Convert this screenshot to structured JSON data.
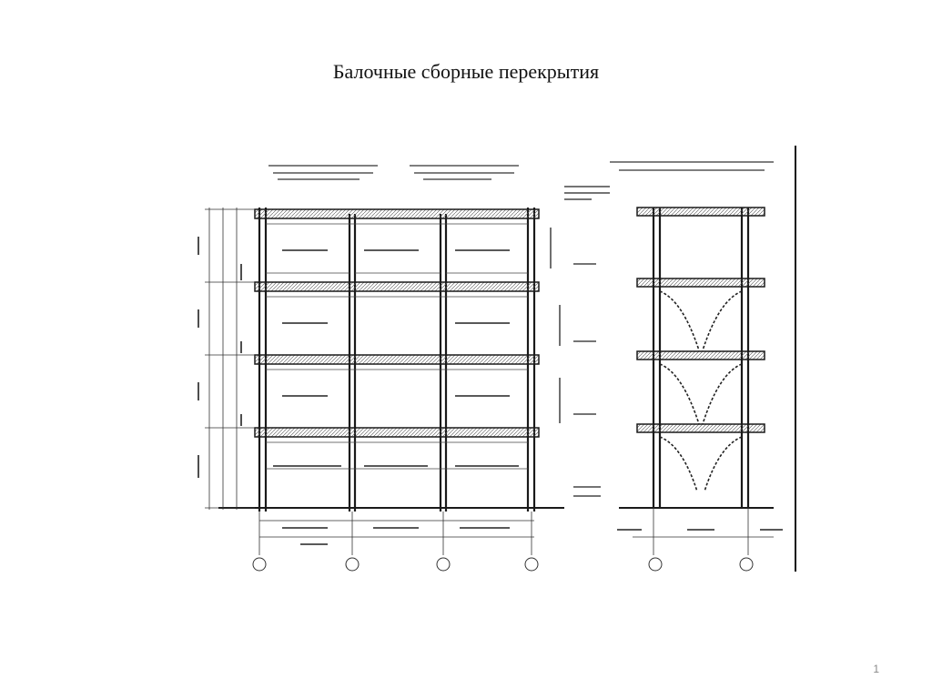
{
  "slide": {
    "title": "Балочные сборные перекрытия",
    "page_number": "1"
  },
  "drawing": {
    "description_icon": "structural-frame-drawing",
    "line_color": "#1a1a1a"
  }
}
